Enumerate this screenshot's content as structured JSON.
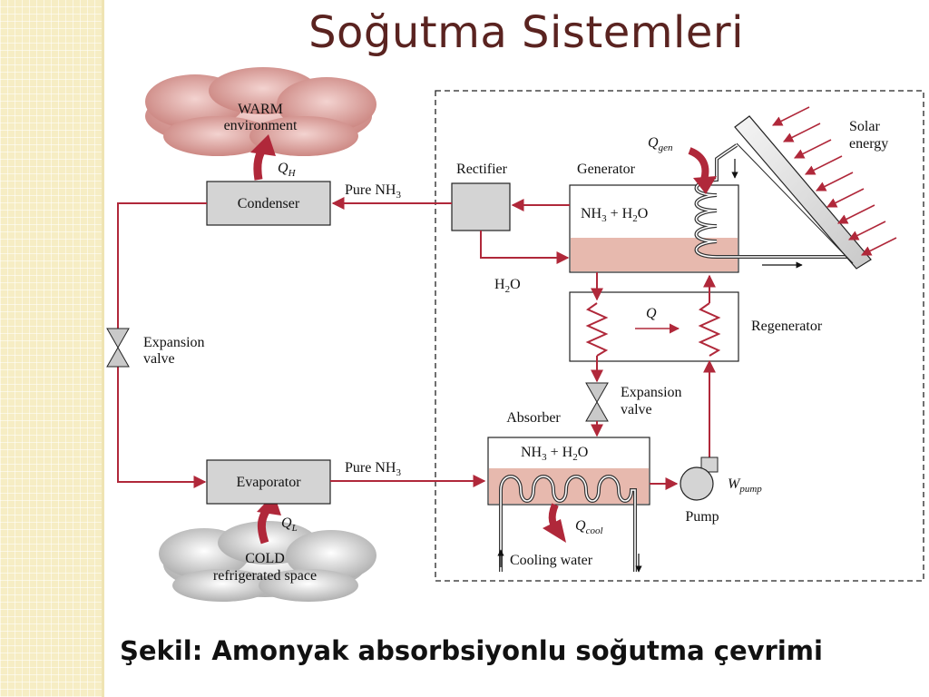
{
  "title": "Soğutma Sistemleri",
  "caption": "Şekil: Amonyak absorbsiyonlu soğutma çevrimi",
  "diagram": {
    "warm_environment": [
      "WARM",
      "environment"
    ],
    "cold_space": [
      "COLD",
      "refrigerated space"
    ],
    "q_h": "QH",
    "q_l": "QL",
    "condenser": "Condenser",
    "evaporator": "Evaporator",
    "pure_nh3_top": "Pure NH3",
    "pure_nh3_bottom": "Pure NH3",
    "rectifier": "Rectifier",
    "generator": "Generator",
    "q_gen": "Qgen",
    "solar_energy": [
      "Solar",
      "energy"
    ],
    "generator_mix": "NH3 + H2O",
    "h2o": "H2O",
    "regenerator": "Regenerator",
    "regen_q": "Q",
    "expansion_valve_left": [
      "Expansion",
      "valve"
    ],
    "expansion_valve_right": [
      "Expansion",
      "valve"
    ],
    "absorber": "Absorber",
    "absorber_mix": "NH3 + H2O",
    "q_cool": "Qcool",
    "cooling_water": "Cooling water",
    "pump": "Pump",
    "w_pump": "Wpump"
  },
  "colors": {
    "flow_line": "#b0283a",
    "title_color": "#5a2320",
    "liquid_fill": "#e7b9ae",
    "box_fill": "#d4d4d4",
    "sidebar_bg": "#f6edc4"
  }
}
